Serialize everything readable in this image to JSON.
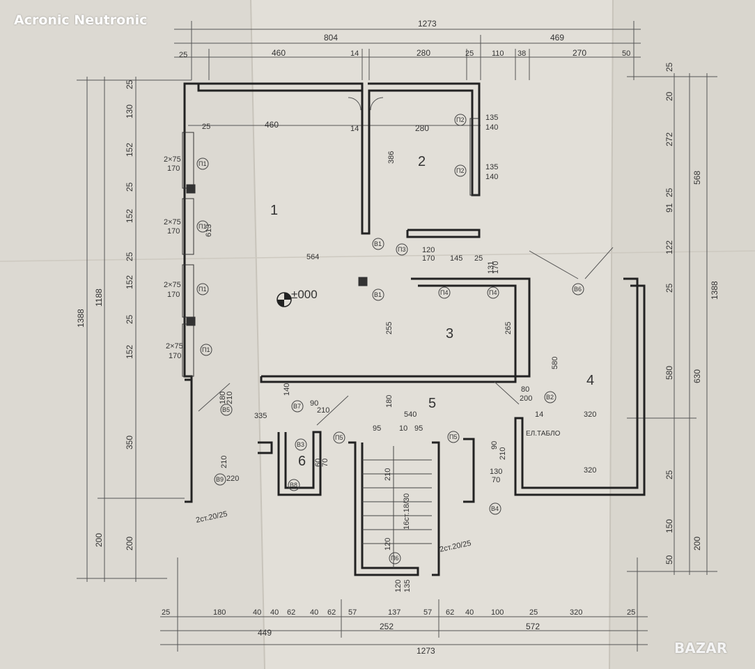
{
  "watermark": "Acronic Neutronic",
  "corner_logo": "BAZAR",
  "origin_mark": "±000",
  "rooms": [
    "1",
    "2",
    "3",
    "4",
    "5",
    "6"
  ],
  "panel_label": "ЕЛ.ТАБЛО",
  "dims_top": {
    "overall": "1273",
    "row2": [
      "804",
      "469"
    ],
    "row3": [
      "25",
      "460",
      "14",
      "280",
      "25",
      "110",
      "38",
      "270",
      "50"
    ],
    "inner": [
      "460",
      "14",
      "280"
    ]
  },
  "dims_bottom": {
    "overall": "1273",
    "row2": [
      "449",
      "252",
      "572"
    ],
    "row1": [
      "25",
      "180",
      "40",
      "40",
      "62",
      "40",
      "62",
      "57",
      "137",
      "57",
      "62",
      "40",
      "100",
      "25",
      "320",
      "25"
    ]
  },
  "dims_left": {
    "overall": "1388",
    "row2": [
      "1188",
      "200"
    ],
    "row1": [
      "25",
      "130",
      "152",
      "25",
      "152",
      "25",
      "152",
      "25",
      "152",
      "350",
      "200"
    ]
  },
  "dims_right": {
    "overall": "1388",
    "row2": [
      "568",
      "630",
      "200"
    ],
    "row1": [
      "25",
      "20",
      "272",
      "25",
      "91",
      "122",
      "25",
      "580",
      "25",
      "150",
      "50"
    ]
  },
  "window_tags": [
    "П1",
    "П1",
    "П1",
    "П1",
    "П2",
    "П2",
    "П3",
    "П4",
    "П4",
    "П5",
    "П5",
    "П6"
  ],
  "door_tags": [
    "В1",
    "В1",
    "В2",
    "В3",
    "В4",
    "В5",
    "В6",
    "В7",
    "В8",
    "В9"
  ],
  "window_sizes": [
    "2×75",
    "170",
    "2×75",
    "170",
    "2×75",
    "170",
    "2×75",
    "170"
  ],
  "misc_dims": [
    "135",
    "140",
    "135",
    "140",
    "386",
    "25",
    "564",
    "120",
    "170",
    "145",
    "25",
    "131",
    "170",
    "255",
    "265",
    "580",
    "540",
    "180",
    "335",
    "140",
    "90",
    "210",
    "80",
    "200",
    "14",
    "320",
    "320",
    "95",
    "10",
    "95",
    "210",
    "16ст.18/30",
    "120",
    "2ст.20/25",
    "2ст.20/25",
    "135",
    "120",
    "613",
    "180",
    "210",
    "210",
    "220",
    "60",
    "70",
    "90",
    "210",
    "130",
    "70"
  ]
}
